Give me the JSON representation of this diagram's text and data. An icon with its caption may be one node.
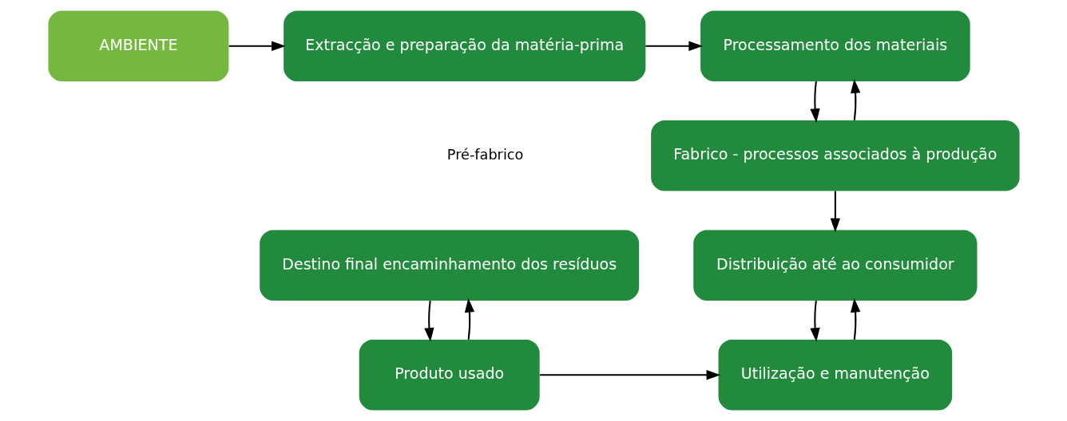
{
  "diagram": {
    "nodes": [
      {
        "text": [
          "AMBIENTE"
        ]
      },
      {
        "text": [
          "Extracção e preparação da matéria-prima"
        ]
      },
      {
        "text": [
          "Processamento dos materiais"
        ]
      },
      {
        "text": [
          "Fabrico - processos associados à produção"
        ]
      },
      {
        "text": [
          "Destino final encaminhamento dos resíduos"
        ]
      },
      {
        "text": [
          "Distribuição até ao consumidor"
        ]
      },
      {
        "text": [
          "Produto usado"
        ]
      },
      {
        "text": [
          "Utilização e manutenção"
        ]
      }
    ],
    "edges": [
      {
        "from": 0,
        "to": 1,
        "arrow": "to"
      },
      {
        "from": 1,
        "to": 2,
        "arrow": "to"
      },
      {
        "from": 3,
        "to": 2,
        "arrow": "to"
      },
      {
        "from": 2,
        "to": 3,
        "arrow": "to"
      },
      {
        "from": 3,
        "to": 5,
        "arrow": "to"
      },
      {
        "from": 5,
        "to": 7,
        "arrow": "to"
      },
      {
        "from": 7,
        "to": 5,
        "arrow": "to"
      },
      {
        "from": 6,
        "to": 4,
        "arrow": "to"
      },
      {
        "from": 4,
        "to": 6,
        "arrow": "to"
      },
      {
        "from": 6,
        "to": 7,
        "arrow": "to"
      }
    ],
    "labels": [
      "Pré-fabrico"
    ]
  }
}
